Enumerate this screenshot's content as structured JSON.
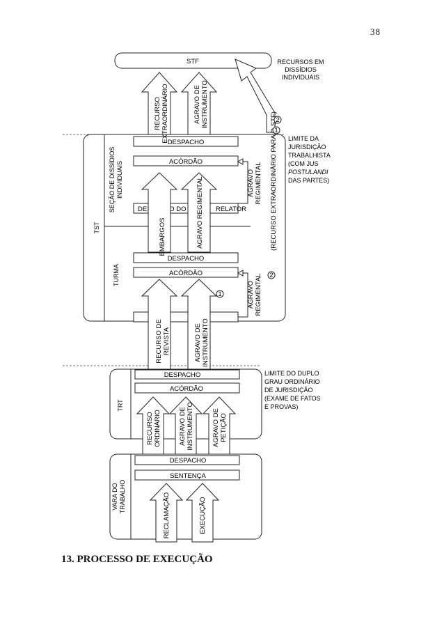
{
  "page": {
    "number": "38",
    "heading": "13. PROCESSO DE EXECUÇÃO"
  },
  "diagram": {
    "stf": "STF",
    "stf_note": [
      "RECURSOS EM",
      "DISSÍDIOS",
      "INDIVIDUAIS"
    ],
    "tst": "TST",
    "tst_sdi": [
      "SEÇÃO DE DISSÍDIOS",
      "INDIVIDUAIS"
    ],
    "tst_turma": "TURMA",
    "trt": "TRT",
    "vara": [
      "VARA DO",
      "TRABALHO"
    ],
    "despacho": "DESPACHO",
    "acordao": "ACÓRDÃO",
    "despacho_relator_left": "DESPACHO DO",
    "despacho_relator_right": "RELATOR",
    "sentenca": "SENTENÇA",
    "arrows": {
      "re_stf": [
        "RECURSO",
        "EXTRAORDINÁRIO"
      ],
      "ai_stf": [
        "AGRAVO DE",
        "INSTRUMENTO"
      ],
      "embargos": "EMBARGOS",
      "agravo_regimental_sdi": "AGRAVO REGIMENTAL",
      "recurso_revista": [
        "RECURSO DE",
        "REVISTA"
      ],
      "ai_turma": [
        "AGRAVO DE",
        "INSTRUMENTO"
      ],
      "recurso_ordinario": [
        "RECURSO",
        "ORDINÁRIO"
      ],
      "ai_trt": [
        "AGRAVO DE",
        "INSTRUMENTO"
      ],
      "agravo_peticao": [
        "AGRAVO DE",
        "PETIÇÃO"
      ],
      "reclamacao": "RECLAMAÇÃO",
      "execucao": "EXECUÇÃO"
    },
    "agravo_regimental_side": [
      "AGRAVO",
      "REGIMENTAL"
    ],
    "recurso_extraordinario_side": "(RECURSO EXTRAORDINÁRIO PARA O STF)",
    "markers": [
      "1",
      "2"
    ],
    "limite_jurisdicao": [
      "LIMITE DA",
      "JURISDIÇÃO",
      "TRABALHISTA",
      "(COM JUS",
      "POSTULANDI",
      "DAS PARTES)"
    ],
    "limite_duplo_grau": [
      "LIMITE DO DUPLO",
      "GRAU ORDINÁRIO",
      "DE JURISDIÇÃO",
      "(EXAME DE FATOS",
      "E PROVAS)"
    ]
  }
}
